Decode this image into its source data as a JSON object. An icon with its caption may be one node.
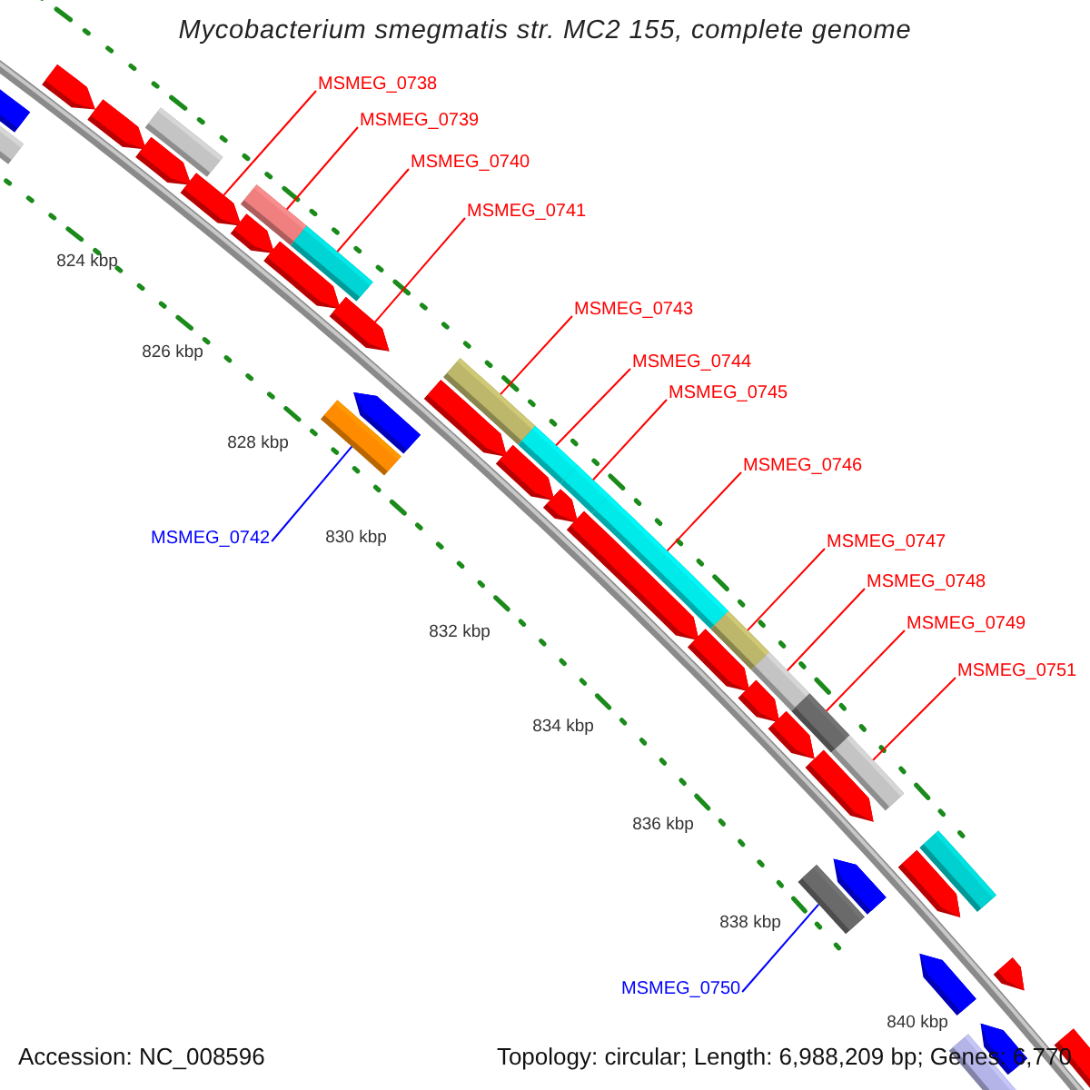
{
  "diagram": {
    "title": "Mycobacterium smegmatis str. MC2 155, complete genome",
    "nodes": [
      {
        "text": [
          "MSMEG_0738"
        ]
      },
      {
        "text": [
          "MSMEG_0739"
        ]
      },
      {
        "text": [
          "MSMEG_0740"
        ]
      },
      {
        "text": [
          "MSMEG_0741"
        ]
      },
      {
        "text": [
          "MSMEG_0743"
        ]
      },
      {
        "text": [
          "MSMEG_0744"
        ]
      },
      {
        "text": [
          "MSMEG_0745"
        ]
      },
      {
        "text": [
          "MSMEG_0746"
        ]
      },
      {
        "text": [
          "MSMEG_0742"
        ]
      },
      {
        "text": [
          "MSMEG_0747"
        ]
      },
      {
        "text": [
          "MSMEG_0748"
        ]
      },
      {
        "text": [
          "MSMEG_0749"
        ]
      },
      {
        "text": [
          "MSMEG_0751"
        ]
      },
      {
        "text": [
          "MSMEG_0750"
        ]
      },
      {
        "text": [],
        "shape": "pentagon"
      },
      {
        "text": [],
        "shape": "bar"
      },
      {
        "text": [],
        "shape": "pentagon"
      },
      {
        "text": [],
        "shape": "pentagon"
      },
      {
        "text": [],
        "shape": "bar"
      },
      {
        "text": [],
        "shape": "pentagon"
      },
      {
        "text": [],
        "shape": "pentagon"
      },
      {
        "text": [],
        "shape": "bar"
      },
      {
        "text": [],
        "shape": "pentagon"
      },
      {
        "text": [],
        "shape": "pentagon"
      },
      {
        "text": [],
        "shape": "bar"
      },
      {
        "text": [],
        "shape": "pentagon"
      },
      {
        "text": [],
        "shape": "bar"
      },
      {
        "text": [],
        "shape": "pentagon"
      },
      {
        "text": [],
        "shape": "bar"
      },
      {
        "text": [],
        "shape": "pentagon"
      },
      {
        "text": [],
        "shape": "pentagon"
      },
      {
        "text": [],
        "shape": "bar"
      },
      {
        "text": [],
        "shape": "bar"
      },
      {
        "text": [],
        "shape": "pentagon"
      },
      {
        "text": [],
        "shape": "pentagon"
      },
      {
        "text": [],
        "shape": "bar"
      },
      {
        "text": [],
        "shape": "pentagon"
      },
      {
        "text": [],
        "shape": "bar"
      },
      {
        "text": [],
        "shape": "bar"
      },
      {
        "text": [],
        "shape": "pentagon"
      },
      {
        "text": [],
        "shape": "pentagon"
      },
      {
        "text": [],
        "shape": "bar"
      },
      {
        "text": [],
        "shape": "pentagon"
      },
      {
        "text": [],
        "shape": "bar"
      },
      {
        "text": [],
        "shape": "bar"
      },
      {
        "text": [],
        "shape": "pentagon"
      },
      {
        "text": [],
        "shape": "pentagon"
      },
      {
        "text": [],
        "shape": "bar"
      },
      {
        "text": [],
        "shape": "pentagon"
      },
      {
        "text": [],
        "shape": "pentagon"
      },
      {
        "text": [],
        "shape": "pentagon"
      },
      {
        "text": [],
        "shape": "bar"
      },
      {
        "text": [],
        "shape": "pentagon"
      }
    ],
    "edges": [
      {
        "from": 0,
        "to": 20,
        "arrow": "none"
      },
      {
        "from": 1,
        "to": 21,
        "arrow": "none"
      },
      {
        "from": 2,
        "to": 24,
        "arrow": "none"
      },
      {
        "from": 3,
        "to": 25,
        "arrow": "none"
      },
      {
        "from": 4,
        "to": 28,
        "arrow": "none"
      },
      {
        "from": 5,
        "to": 31,
        "arrow": "none"
      },
      {
        "from": 6,
        "to": 32,
        "arrow": "none"
      },
      {
        "from": 7,
        "to": 35,
        "arrow": "none"
      },
      {
        "from": 8,
        "to": 26,
        "arrow": "none",
        "color": "#0000ff"
      },
      {
        "from": 9,
        "to": 37,
        "arrow": "none"
      },
      {
        "from": 10,
        "to": 38,
        "arrow": "none"
      },
      {
        "from": 11,
        "to": 41,
        "arrow": "none"
      },
      {
        "from": 12,
        "to": 43,
        "arrow": "none"
      },
      {
        "from": 13,
        "to": 44,
        "arrow": "none",
        "color": "#0000ff"
      }
    ],
    "labels": [
      "824 kbp",
      "826 kbp",
      "828 kbp",
      "830 kbp",
      "832 kbp",
      "834 kbp",
      "836 kbp",
      "838 kbp",
      "840 kbp",
      "Accession: NC_008596",
      "Topology: circular; Length: 6,988,209 bp; Genes: 6,770"
    ]
  }
}
